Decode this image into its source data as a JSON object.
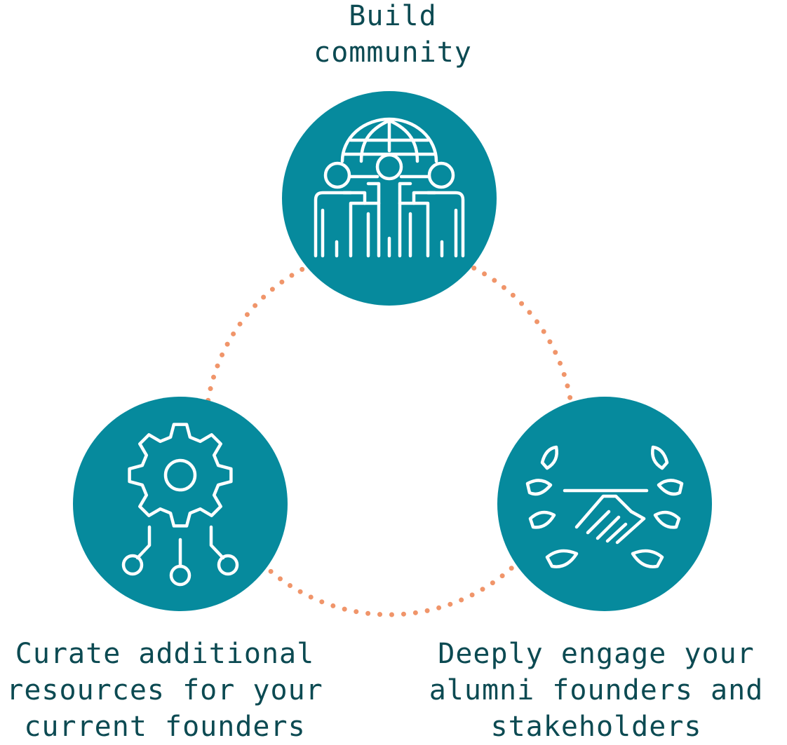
{
  "colors": {
    "node_fill": "#068a9d",
    "icon_stroke": "#ffffff",
    "connector": "#f0956a",
    "text": "#0c4a52"
  },
  "nodes": [
    {
      "id": "top",
      "icon": "people-globe-icon",
      "label_lines": [
        "Build",
        "community"
      ]
    },
    {
      "id": "left",
      "icon": "gear-network-icon",
      "label_lines": [
        "Curate additional",
        "resources for your",
        "current founders"
      ]
    },
    {
      "id": "right",
      "icon": "handshake-laurel-icon",
      "label_lines": [
        "Deeply engage your",
        "alumni founders and",
        "stakeholders"
      ]
    }
  ]
}
